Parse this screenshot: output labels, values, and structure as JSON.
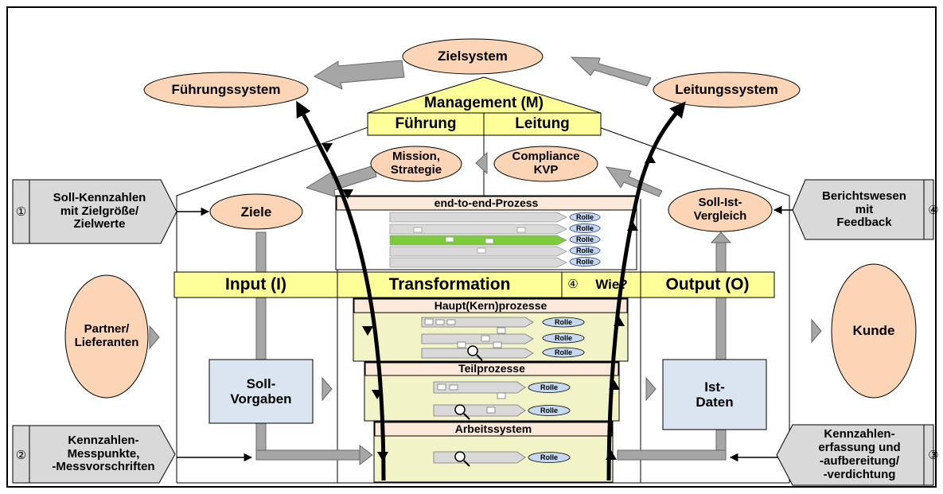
{
  "labels": {
    "zielsystem": "Zielsystem",
    "fuehrungssystem": "Führungssystem",
    "leitungssystem": "Leitungssystem",
    "management": "Management (M)",
    "fuehrung": "Führung",
    "leitung": "Leitung",
    "mission": "Mission,\nStrategie",
    "compliance": "Compliance\nKVP",
    "ziele": "Ziele",
    "soll_ist": "Soll-Ist-\nVergleich",
    "soll_kennzahlen": "Soll-Kennzahlen\nmit Zielgröße/\nZielwerte",
    "berichtswesen": "Berichtswesen\nmit\nFeedback",
    "e2e": "end-to-end-Prozess",
    "input": "Input (I)",
    "transformation": "Transformation",
    "wie": "Wie?",
    "output": "Output (O)",
    "haupt": "Haupt(Kern)prozesse",
    "teil": "Teilprozesse",
    "arbeit": "Arbeitssystem",
    "partner": "Partner/\nLieferanten",
    "kunde": "Kunde",
    "soll_vorgaben": "Soll-\nVorgaben",
    "ist_daten": "Ist-\nDaten",
    "messpunkte": "Kennzahlen-\nMesspunkte,\n-Messvorschriften",
    "erfassung": "Kennzahlen-\nerfassung und\n-aufbereitung/\n-verdichtung",
    "rolle": "Rolle"
  },
  "markers": {
    "one": "①",
    "two": "②",
    "three": "③",
    "four": "④"
  },
  "colors": {
    "ellipse": "#fbd5b5",
    "band": "#ffff99",
    "box": "#dbe5f1",
    "side": "#d9d9d9",
    "arrow": "#a6a6a6",
    "header": "#fde9d9",
    "process_bg": "#f3f3c8",
    "rolle": "#c6d9f1"
  }
}
